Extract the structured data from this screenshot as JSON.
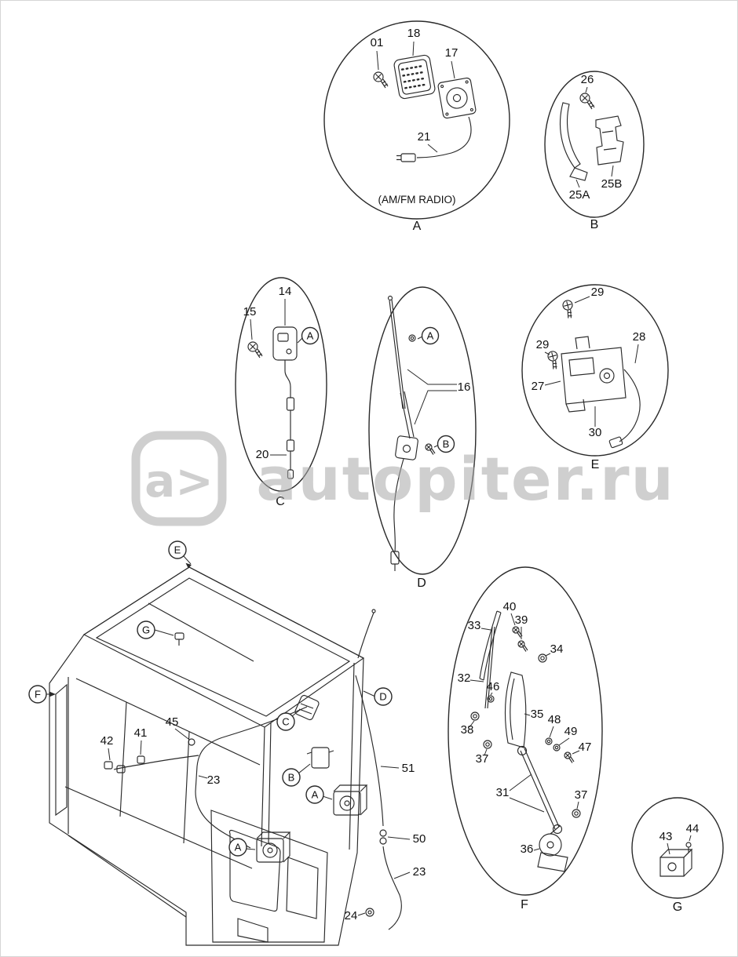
{
  "page": {
    "colors": {
      "line": "#2a2a2a",
      "label": "#111111",
      "watermark": "#a9a9a9",
      "background": "#ffffff"
    }
  },
  "watermark": {
    "logo": "a>",
    "site": "autopiter.ru"
  },
  "detail_a": {
    "letter": "A",
    "caption": "(AM/FM RADIO)",
    "part_01": "01",
    "part_18": "18",
    "part_17": "17",
    "part_21": "21"
  },
  "detail_b": {
    "letter": "B",
    "part_26": "26",
    "part_25a": "25A",
    "part_25b": "25B"
  },
  "detail_c": {
    "letter": "C",
    "part_14": "14",
    "part_15": "15",
    "part_20": "20",
    "ref_a": "A"
  },
  "detail_d": {
    "letter": "D",
    "part_16": "16",
    "ref_a": "A",
    "ref_b": "B"
  },
  "detail_e": {
    "letter": "E",
    "part_29_top": "29",
    "part_29_left": "29",
    "part_28": "28",
    "part_27": "27",
    "part_30": "30"
  },
  "detail_f": {
    "letter": "F",
    "part_40": "40",
    "part_39": "39",
    "part_33": "33",
    "part_34": "34",
    "part_32": "32",
    "part_46": "46",
    "part_35": "35",
    "part_48": "48",
    "part_49": "49",
    "part_47": "47",
    "part_38": "38",
    "part_37_left": "37",
    "part_31": "31",
    "part_37_right": "37",
    "part_36": "36"
  },
  "detail_g": {
    "letter": "G",
    "part_43": "43",
    "part_44": "44"
  },
  "cab": {
    "ref_e": "E",
    "ref_g": "G",
    "ref_f": "F",
    "ref_c": "C",
    "ref_d": "D",
    "ref_b": "B",
    "ref_a_upper": "A",
    "ref_a_lower": "A",
    "part_42": "42",
    "part_41": "41",
    "part_45": "45",
    "part_23_left": "23",
    "part_51": "51",
    "part_50": "50",
    "part_23_right": "23",
    "part_24": "24"
  }
}
